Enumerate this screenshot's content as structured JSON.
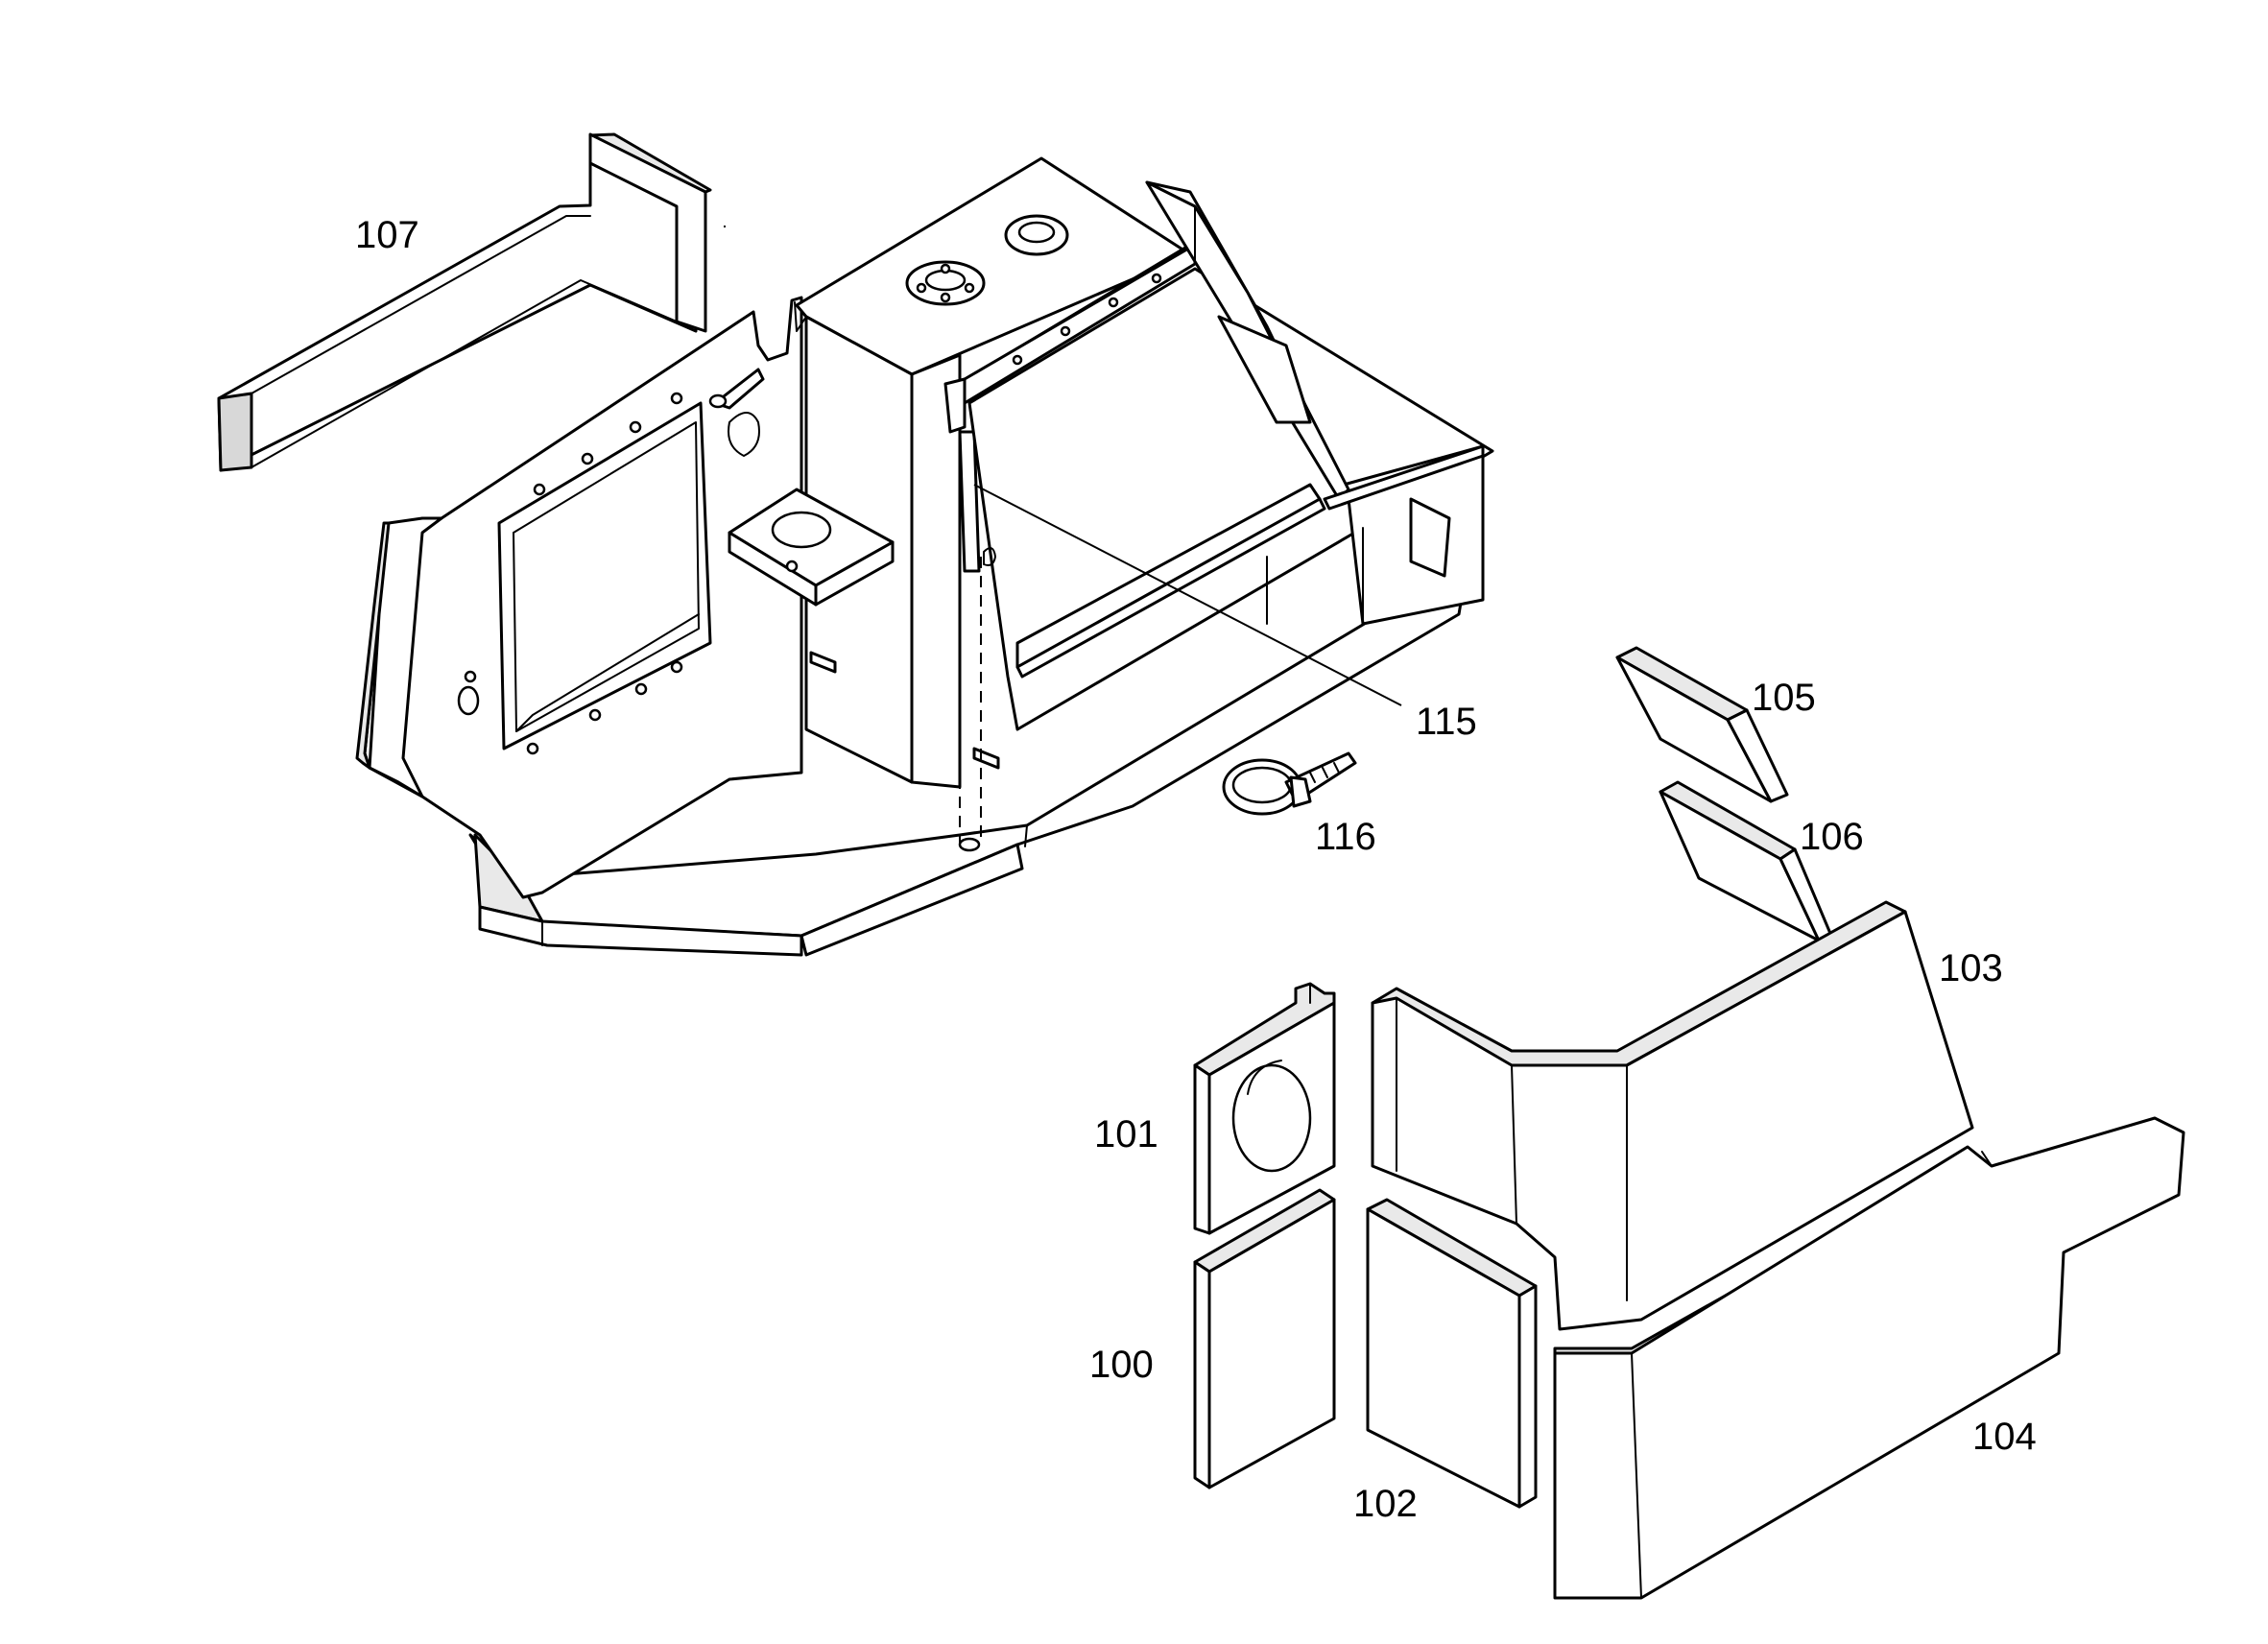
{
  "callouts": {
    "p100": "100",
    "p101": "101",
    "p102": "102",
    "p103": "103",
    "p104": "104",
    "p105": "105",
    "p106": "106",
    "p107": "107",
    "p115": "115",
    "p116": "116"
  }
}
